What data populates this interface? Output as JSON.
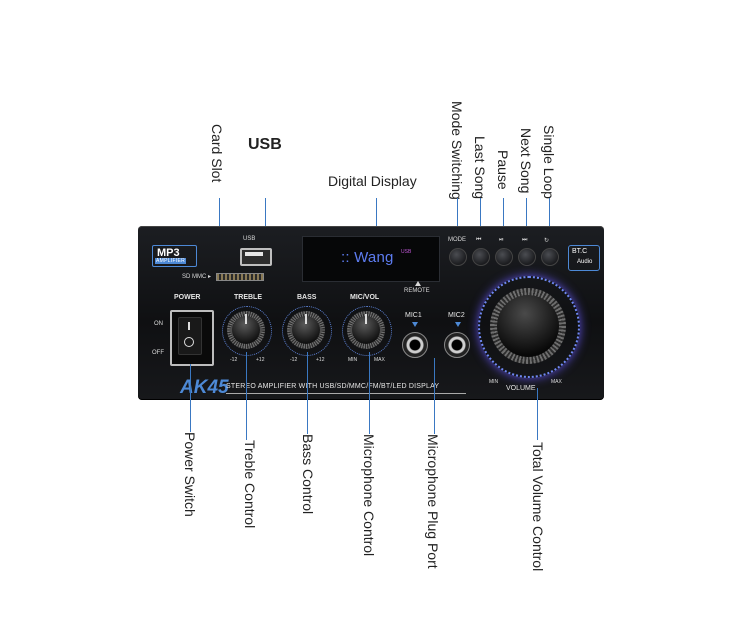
{
  "callouts": {
    "card_slot": "Card Slot",
    "usb": "USB",
    "digital_display": "Digital Display",
    "mode_switching": "Mode Switching",
    "last_song": "Last Song",
    "pause": "Pause",
    "next_song": "Next Song",
    "single_loop": "Single Loop",
    "power_switch": "Power Switch",
    "treble_control": "Treble Control",
    "bass_control": "Bass Control",
    "microphone_control": "Microphone Control",
    "microphone_plug_port": "Microphone Plug Port",
    "total_volume_control": "Total Volume Control"
  },
  "panel": {
    "mp3_badge": "MP3",
    "amplifier_text": "AMPLIFIER",
    "sd_mmc": "SD MMC ▸",
    "usb_label": "USB",
    "display_text": ":: Wang",
    "display_sup": "USB",
    "remote": "REMOTE",
    "buttons": [
      {
        "label": "MODE",
        "icon": "none"
      },
      {
        "label": "⏮",
        "icon": "previous-track-icon"
      },
      {
        "label": "⏯",
        "icon": "play-pause-icon"
      },
      {
        "label": "⏭",
        "icon": "next-track-icon"
      },
      {
        "label": "↻",
        "icon": "loop-icon"
      }
    ],
    "btc_top": "BT.C",
    "btc_bottom": "Audio",
    "power": "POWER",
    "on": "ON",
    "off": "OFF",
    "knobs": [
      {
        "label": "TREBLE",
        "min": "-12",
        "max": "+12"
      },
      {
        "label": "BASS",
        "min": "-12",
        "max": "+12"
      },
      {
        "label": "MIC/VOL",
        "min": "MIN",
        "max": "MAX"
      }
    ],
    "mic1": "MIC1",
    "mic2": "MIC2",
    "volume": "VOLUME",
    "vol_min": "MIN",
    "vol_max": "MAX",
    "model": "AK45",
    "tagline": "STEREO AMPLIFIER WITH USB/SD/MMC/FM/BT/LED DISPLAY"
  },
  "colors": {
    "accent_blue": "#4d89d6",
    "leader_line": "#3a78c2",
    "display_text": "#5d7cf0",
    "panel": "#131417"
  }
}
